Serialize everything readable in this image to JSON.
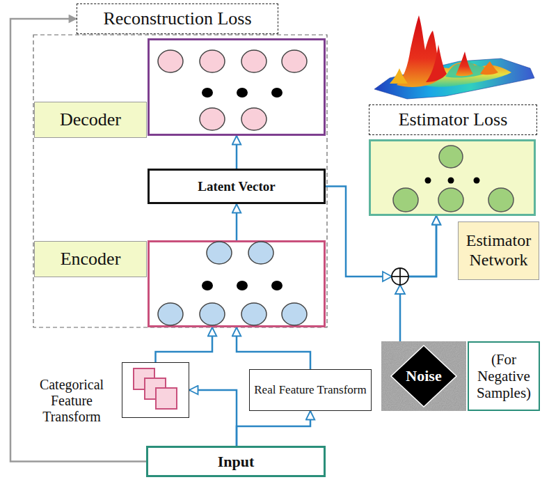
{
  "diagram": {
    "nodes": [
      {
        "text": [
          "Reconstruction Loss"
        ]
      },
      {
        "text": [
          "Decoder"
        ]
      },
      {
        "text": [
          "Estimator Loss"
        ]
      },
      {
        "text": [
          "Estimator Network"
        ]
      },
      {
        "text": [
          "Latent Vector"
        ]
      },
      {
        "text": [
          "Encoder"
        ]
      },
      {
        "text": [
          "Noise",
          "(For Negative Samples)"
        ]
      },
      {
        "text": [
          "Categorical Feature Transform"
        ]
      },
      {
        "text": [
          "Real Feature Transform"
        ]
      },
      {
        "text": [
          "Input"
        ]
      }
    ],
    "edges": [
      {
        "from": 9,
        "to": 0,
        "arrow": "to"
      },
      {
        "from": 5,
        "to": 4,
        "arrow": "to"
      },
      {
        "from": 4,
        "to": 1,
        "arrow": "to"
      },
      {
        "from": 4,
        "to": 3,
        "arrow": "to"
      },
      {
        "from": 6,
        "to": 3,
        "arrow": "to"
      },
      {
        "from": 9,
        "to": 7,
        "arrow": "to"
      },
      {
        "from": 9,
        "to": 8,
        "arrow": "to"
      },
      {
        "from": 7,
        "to": 5,
        "arrow": "to"
      },
      {
        "from": 8,
        "to": 5,
        "arrow": "to"
      }
    ]
  }
}
